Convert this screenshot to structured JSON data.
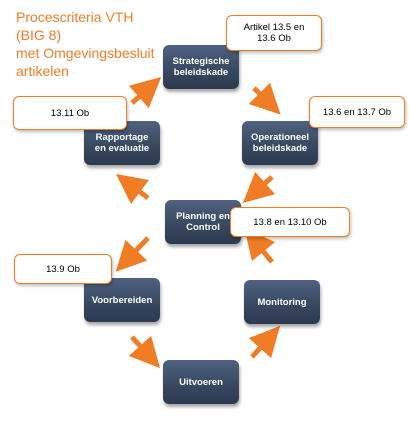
{
  "title": "Procescriteria VTH\n(BIG 8)\nmet Omgevingsbesluit\n artikelen",
  "colors": {
    "accent": "#f07c26",
    "node_fill": "#3b4b64",
    "node_text": "#ffffff",
    "callout_border": "#f07c26"
  },
  "nodes": {
    "strategische": "Strategische\nbeleidskade",
    "operationeel": "Operationeel\nbeleidskade",
    "planning": "Planning en\nControl",
    "rapportage": "Rapportage\nen evaluatie",
    "voorbereiden": "Voorbereiden",
    "uitvoeren": "Uitvoeren",
    "monitoring": "Monitoring"
  },
  "callouts": {
    "strategische": "Artikel 13.5 en\n13.6 Ob",
    "operationeel": "13.6 en 13.7 Ob",
    "planning": "13.8 en 13.10 Ob",
    "rapportage": "13.11 Ob",
    "voorbereiden": "13.9 Ob"
  },
  "arrow_icon": "orange-arrow-icon"
}
